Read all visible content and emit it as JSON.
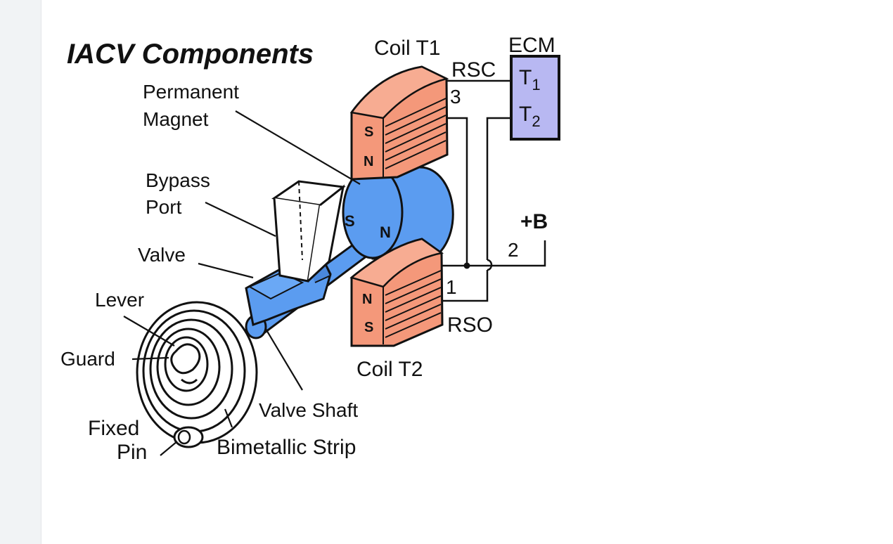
{
  "diagram": {
    "title": "IACV Components",
    "colors": {
      "coil": "#f4987a",
      "magnet": "#5b9cf0",
      "ecm": "#b8b8f2",
      "outline": "#111111"
    },
    "labels": {
      "coil_t1": "Coil T1",
      "coil_t2": "Coil T2",
      "ecm": "ECM",
      "ecm_t1": "T",
      "ecm_t1_sub": "1",
      "ecm_t2": "T",
      "ecm_t2_sub": "2",
      "rsc": "RSC",
      "rso": "RSO",
      "terminal_3": "3",
      "terminal_2": "2",
      "terminal_1": "1",
      "plus_b": "+B",
      "permanent_magnet_line1": "Permanent",
      "permanent_magnet_line2": "Magnet",
      "bypass_port_line1": "Bypass",
      "bypass_port_line2": "Port",
      "valve": "Valve",
      "lever": "Lever",
      "guard": "Guard",
      "fixed_pin_line1": "Fixed",
      "fixed_pin_line2": "Pin",
      "valve_shaft": "Valve Shaft",
      "bimetallic_strip": "Bimetallic Strip",
      "pole_s_top": "S",
      "pole_n_top": "N",
      "pole_n_bottom": "N",
      "pole_s_bottom": "S",
      "magnet_s": "S",
      "magnet_n": "N"
    }
  }
}
